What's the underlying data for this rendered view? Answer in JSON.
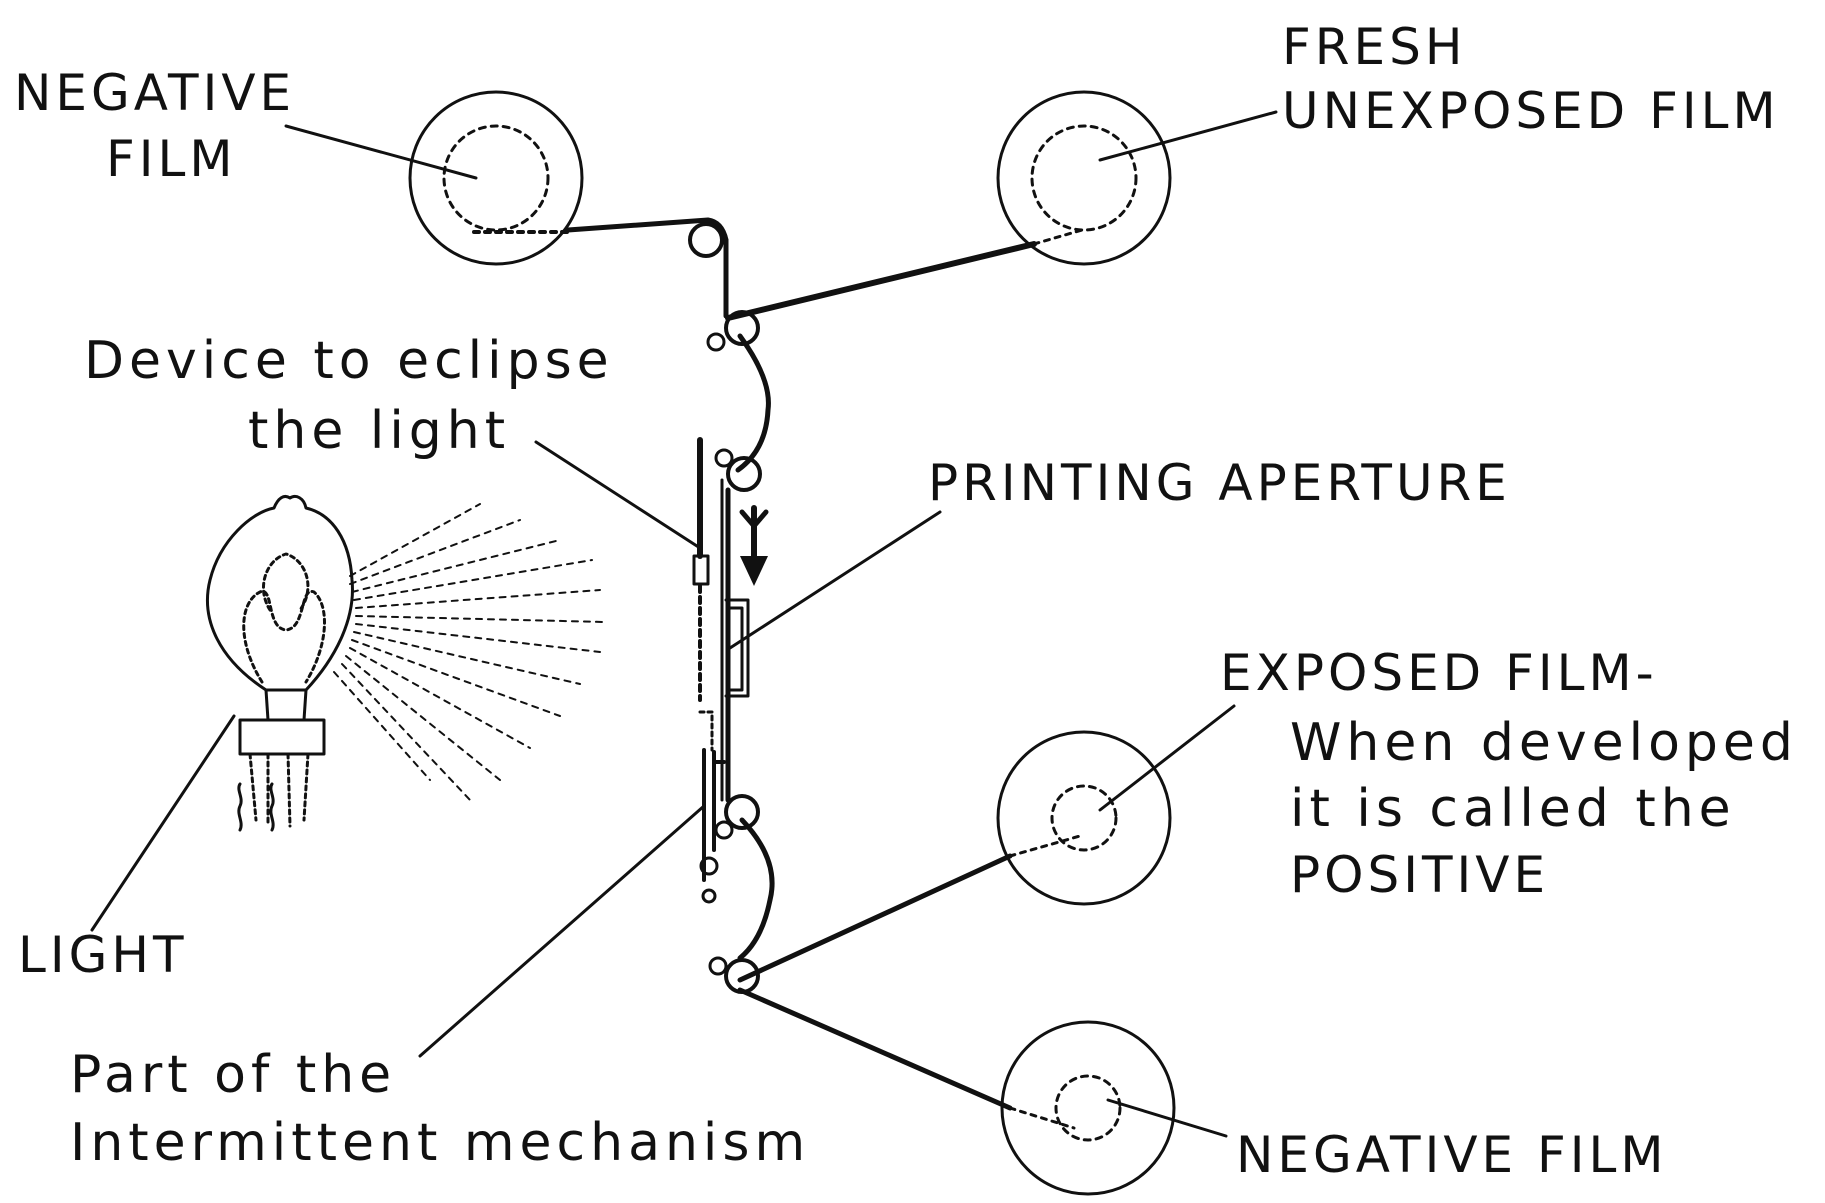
{
  "labels": {
    "negative_film_top": [
      "NEGATIVE",
      "FILM"
    ],
    "fresh_film": [
      "FRESH",
      "UNEXPOSED FILM"
    ],
    "eclipse_device": [
      "Device to eclipse",
      "the light"
    ],
    "printing_aperture": "PRINTING APERTURE",
    "exposed_film": [
      "EXPOSED FILM-",
      "When developed",
      "it is called the",
      "POSITIVE"
    ],
    "light": "LIGHT",
    "intermittent": [
      "Part of the",
      "Intermittent mechanism"
    ],
    "negative_film_bottom": "NEGATIVE FILM"
  }
}
